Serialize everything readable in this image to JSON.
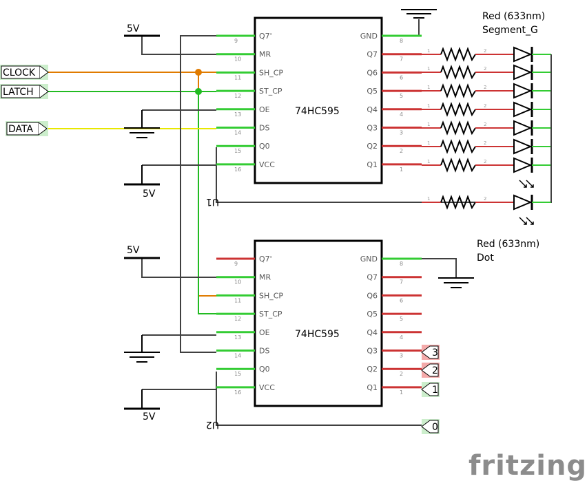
{
  "chips": [
    {
      "part": "74HC595",
      "ref": "U1",
      "left_pins": [
        {
          "name": "Q7'",
          "num": "9"
        },
        {
          "name": "MR",
          "num": "10"
        },
        {
          "name": "SH_CP",
          "num": "11"
        },
        {
          "name": "ST_CP",
          "num": "12"
        },
        {
          "name": "OE",
          "num": "13"
        },
        {
          "name": "DS",
          "num": "14"
        },
        {
          "name": "Q0",
          "num": "15"
        },
        {
          "name": "VCC",
          "num": "16"
        }
      ],
      "right_pins": [
        {
          "name": "GND",
          "num": "8"
        },
        {
          "name": "Q7",
          "num": "7"
        },
        {
          "name": "Q6",
          "num": "6"
        },
        {
          "name": "Q5",
          "num": "5"
        },
        {
          "name": "Q4",
          "num": "4"
        },
        {
          "name": "Q3",
          "num": "3"
        },
        {
          "name": "Q2",
          "num": "2"
        },
        {
          "name": "Q1",
          "num": "1"
        }
      ]
    },
    {
      "part": "74HC595",
      "ref": "U2",
      "left_pins": [
        {
          "name": "Q7'",
          "num": "9"
        },
        {
          "name": "MR",
          "num": "10"
        },
        {
          "name": "SH_CP",
          "num": "11"
        },
        {
          "name": "ST_CP",
          "num": "12"
        },
        {
          "name": "OE",
          "num": "13"
        },
        {
          "name": "DS",
          "num": "14"
        },
        {
          "name": "Q0",
          "num": "15"
        },
        {
          "name": "VCC",
          "num": "16"
        }
      ],
      "right_pins": [
        {
          "name": "GND",
          "num": "8"
        },
        {
          "name": "Q7",
          "num": "7"
        },
        {
          "name": "Q6",
          "num": "6"
        },
        {
          "name": "Q5",
          "num": "5"
        },
        {
          "name": "Q4",
          "num": "4"
        },
        {
          "name": "Q3",
          "num": "3"
        },
        {
          "name": "Q2",
          "num": "2"
        },
        {
          "name": "Q1",
          "num": "1"
        }
      ]
    }
  ],
  "inputs": [
    "CLOCK",
    "LATCH",
    "DATA"
  ],
  "digit_labels": [
    "3",
    "2",
    "1",
    "0"
  ],
  "power": {
    "vcc": "5V"
  },
  "leds": {
    "segment_color": "Red (633nm)",
    "segment_name": "Segment_G",
    "dot_color": "Red (633nm)",
    "dot_name": "Dot"
  },
  "resistor_pins": [
    "1",
    "2"
  ],
  "wordmark": "fritzing",
  "colors": {
    "clock_wire": "#e07b00",
    "latch_wire": "#22bb22",
    "data_wire": "#e8e800",
    "wire": "#404040",
    "pin_ok": "#33cc33",
    "pin_open": "#cc3333"
  }
}
